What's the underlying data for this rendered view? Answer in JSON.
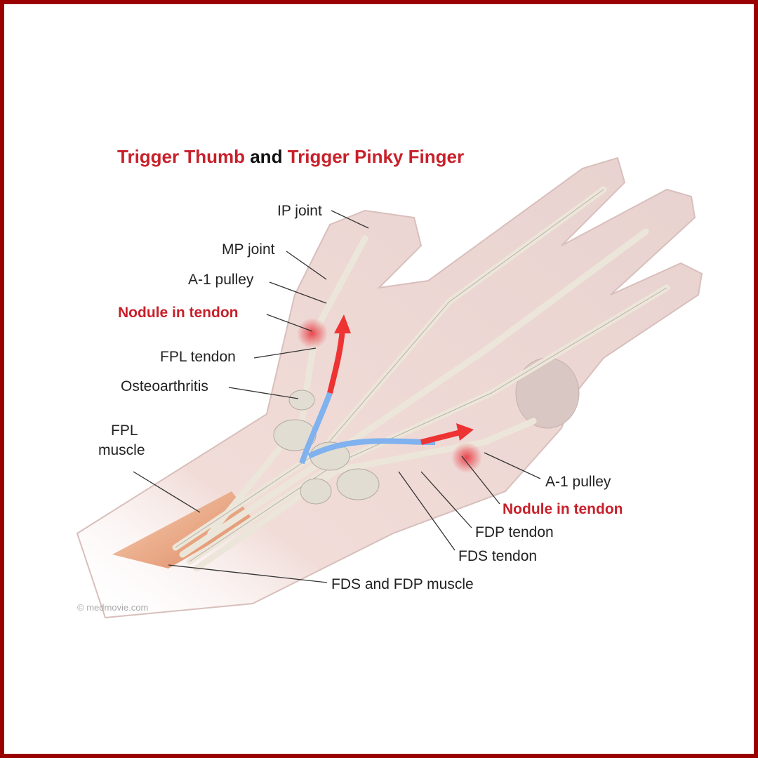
{
  "title": {
    "part1": "Trigger Thumb",
    "part2": " and ",
    "part3": "Trigger Pinky Finger"
  },
  "labels": {
    "ip_joint": "IP joint",
    "mp_joint": "MP joint",
    "a1_pulley_thumb": "A-1 pulley",
    "nodule_thumb": "Nodule in tendon",
    "fpl_tendon": "FPL tendon",
    "osteoarthritis": "Osteoarthritis",
    "fpl_muscle_1": "FPL",
    "fpl_muscle_2": "muscle",
    "a1_pulley_pinky": "A-1 pulley",
    "nodule_pinky": "Nodule in tendon",
    "fdp_tendon": "FDP tendon",
    "fds_tendon": "FDS tendon",
    "fds_fdp_muscle": "FDS and FDP muscle"
  },
  "watermark": "© medmovie.com",
  "colors": {
    "border": "#9b0000",
    "accent_red": "#c8202a",
    "arrow_blue": "#7fb2ee"
  }
}
